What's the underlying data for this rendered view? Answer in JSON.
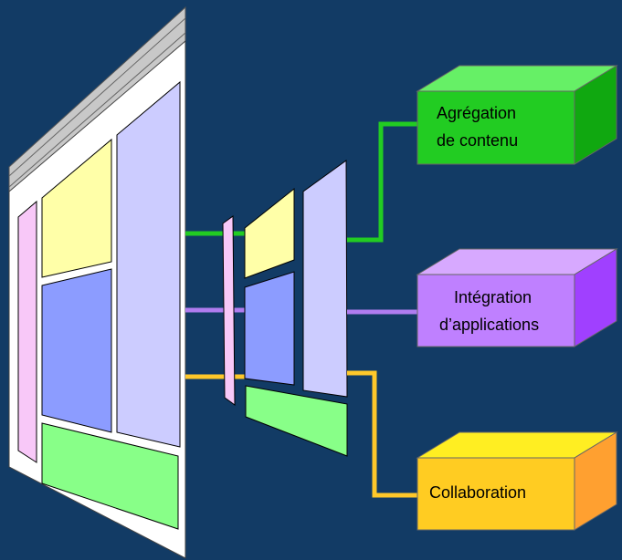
{
  "colors": {
    "background": "#123B65",
    "window_frame": "#FFFFFF",
    "window_edge": "#C8C8C8",
    "column_pink": "#F8C8F8",
    "panel_yellow": "#FFFFA8",
    "panel_blue": "#8C9CFF",
    "panel_lavender": "#CCCCFF",
    "panel_green": "#88FF88",
    "line_green": "#22CC22",
    "line_purple": "#B07CF0",
    "line_yellow": "#FFC82A"
  },
  "boxes": [
    {
      "id": "content",
      "lines": [
        "Agrégation",
        "de contenu"
      ],
      "front": "#22CC22",
      "top": "#66F066",
      "side": "#10A810"
    },
    {
      "id": "apps",
      "lines": [
        "Intégration",
        "d’applications"
      ],
      "front": "#BF80FF",
      "top": "#D7A9FF",
      "side": "#A040FF"
    },
    {
      "id": "collab",
      "lines": [
        "Collaboration"
      ],
      "front": "#FFCC22",
      "top": "#FFEE22",
      "side": "#FFA030"
    }
  ]
}
